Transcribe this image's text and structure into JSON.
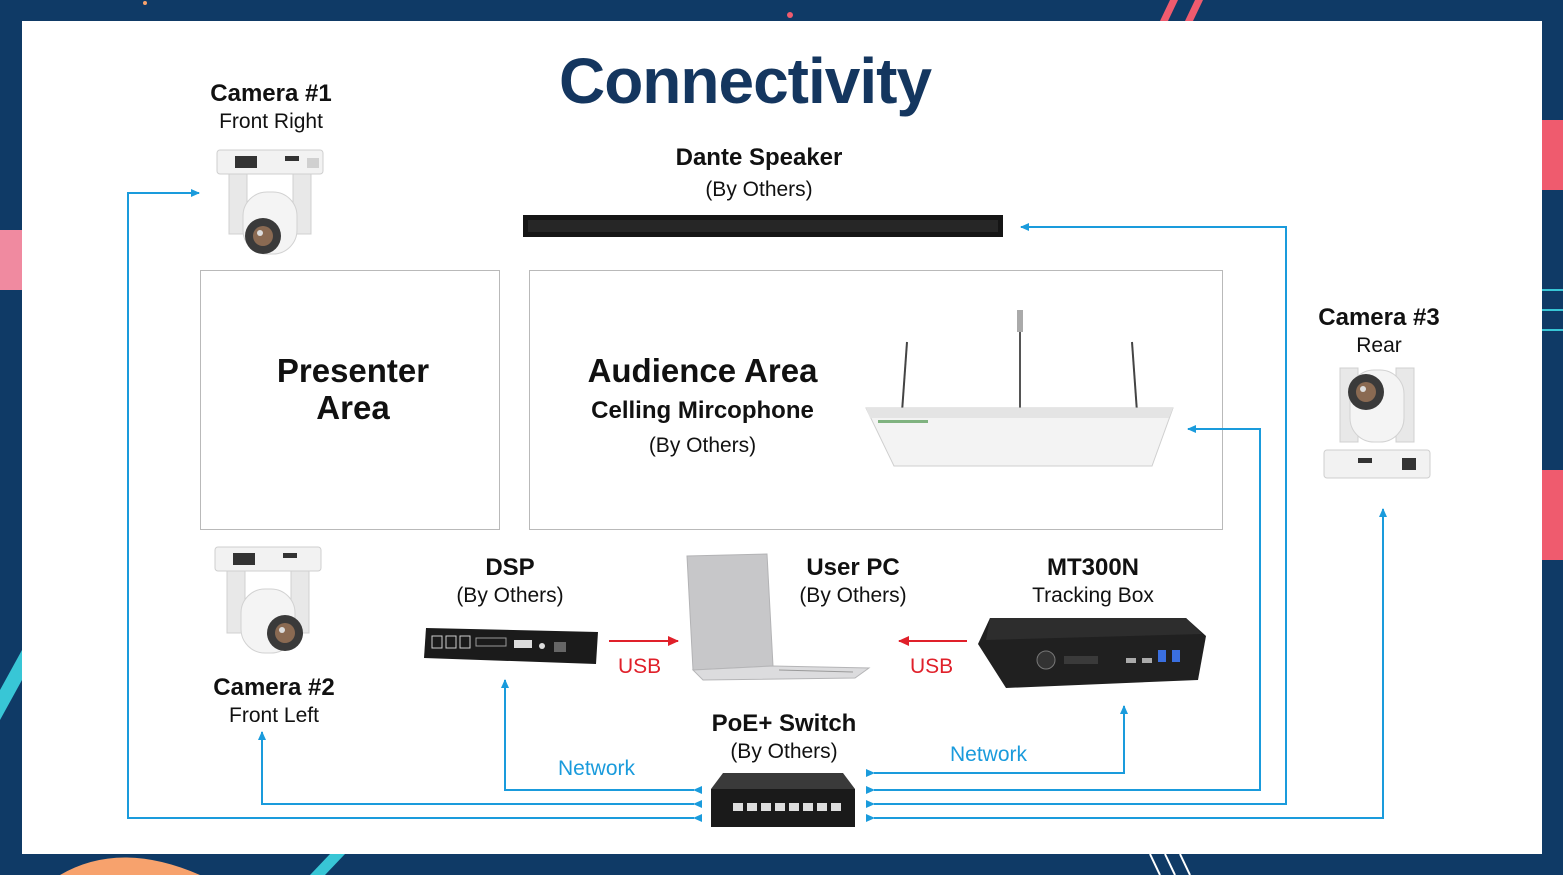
{
  "title": "Connectivity",
  "devices": {
    "camera1": {
      "name": "Camera #1",
      "sub": "Front Right",
      "icon": "ptz-camera-icon"
    },
    "camera2": {
      "name": "Camera #2",
      "sub": "Front Left",
      "icon": "ptz-camera-icon"
    },
    "camera3": {
      "name": "Camera #3",
      "sub": "Rear",
      "icon": "ptz-camera-icon"
    },
    "speaker": {
      "name": "Dante Speaker",
      "sub": "(By Others)",
      "icon": "soundbar-icon"
    },
    "dsp": {
      "name": "DSP",
      "sub": "(By Others)",
      "icon": "dsp-unit-icon"
    },
    "pc": {
      "name": "User PC",
      "sub": "(By Others)",
      "icon": "laptop-icon"
    },
    "tracking": {
      "name": "MT300N",
      "sub": "Tracking Box",
      "icon": "tracking-box-icon"
    },
    "switch": {
      "name": "PoE+ Switch",
      "sub": "(By Others)",
      "icon": "network-switch-icon"
    },
    "mic": {
      "name": "Celling Mircophone",
      "sub": "(By Others)",
      "icon": "ceiling-mic-icon"
    }
  },
  "areas": {
    "presenter": {
      "line1": "Presenter",
      "line2": "Area"
    },
    "audience": {
      "title": "Audience Area"
    }
  },
  "links": {
    "usb_left": "USB",
    "usb_right": "USB",
    "network_left": "Network",
    "network_right": "Network"
  },
  "colors": {
    "network": "#1a9bdc",
    "usb": "#e0202a",
    "title": "#14365f",
    "frame": "#0f3a66"
  }
}
